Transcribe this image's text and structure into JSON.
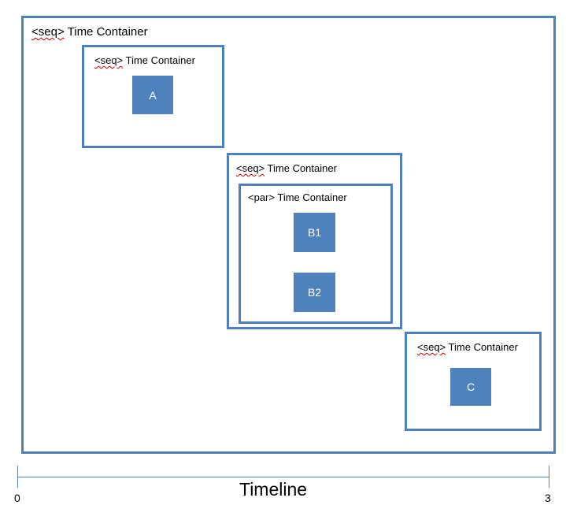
{
  "outer": {
    "tag": "<seq>",
    "label": "Time Container"
  },
  "container_a": {
    "tag": "<seq>",
    "label": "Time Container",
    "node": "A"
  },
  "container_b": {
    "tag": "<seq>",
    "label": "Time Container",
    "inner": {
      "tag": "<par>",
      "label": "Time Container",
      "nodes": [
        "B1",
        "B2"
      ]
    }
  },
  "container_c": {
    "tag": "<seq>",
    "label": "Time Container",
    "node": "C"
  },
  "timeline": {
    "label": "Timeline",
    "start": "0",
    "end": "3"
  },
  "colors": {
    "border": "#4f7fbf",
    "node_fill": "#4f81bd",
    "spell_underline": "#d00000"
  }
}
